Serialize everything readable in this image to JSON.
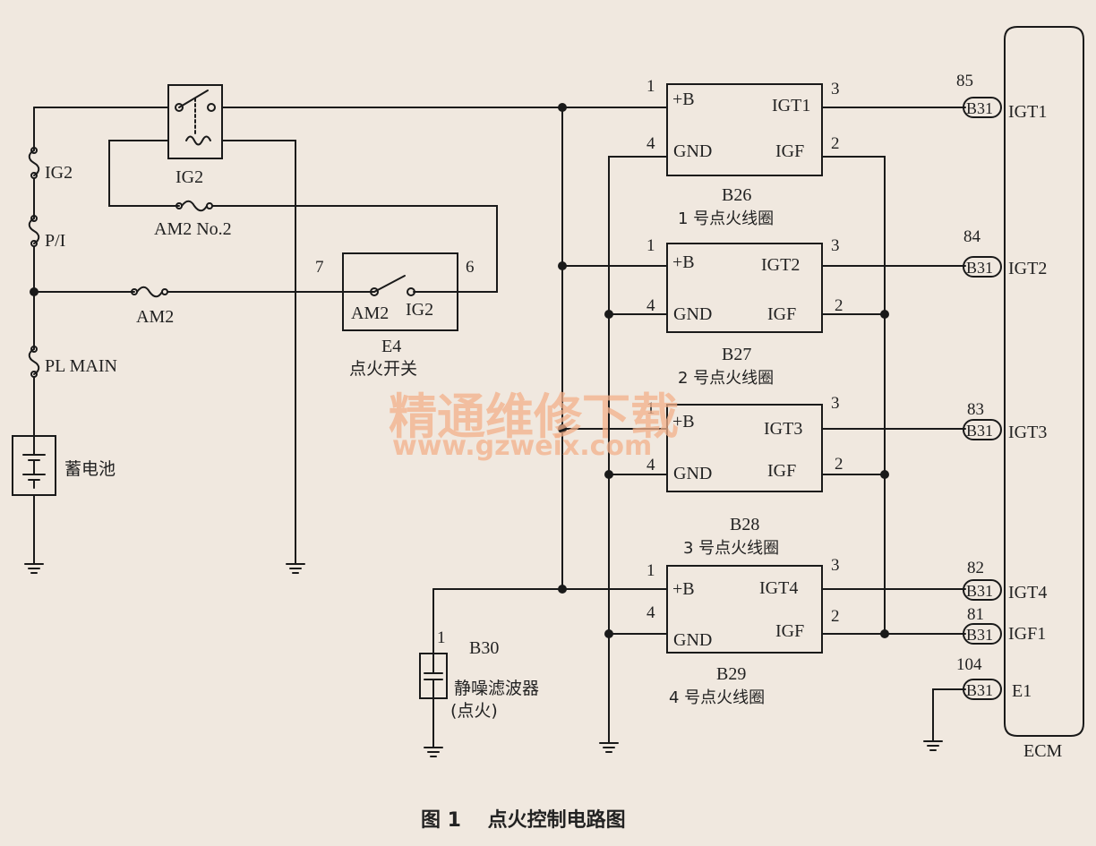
{
  "labels": {
    "ig2_fuse": "IG2",
    "pi_fuse": "P/I",
    "am2_fuse": "AM2",
    "plmain_fuse": "PL MAIN",
    "battery": "蓄电池",
    "ig2_relay": "IG2",
    "am2_no2": "AM2  No.2",
    "switch_pin_left": "7",
    "switch_pin_right": "6",
    "switch_am2": "AM2",
    "switch_ig2": "IG2",
    "switch_code": "E4",
    "switch_name": "点火开关",
    "filter_pin": "1",
    "filter_code": "B30",
    "filter_name": "静噪滤波器",
    "filter_sub": "(点火)",
    "ecm": "ECM",
    "watermark_cn": "精通维修下载",
    "watermark_url": "www.gzweix.com",
    "caption": "图 1　 点火控制电路图"
  },
  "coils": [
    {
      "code": "B26",
      "name": "1 号点火线圈",
      "pin_b": "1",
      "pin_gnd": "4",
      "pin_igt": "3",
      "pin_igf": "2",
      "b_label": "+B",
      "gnd_label": "GND",
      "igt_label": "IGT1",
      "igf_label": "IGF"
    },
    {
      "code": "B27",
      "name": "2 号点火线圈",
      "pin_b": "1",
      "pin_gnd": "4",
      "pin_igt": "3",
      "pin_igf": "2",
      "b_label": "+B",
      "gnd_label": "GND",
      "igt_label": "IGT2",
      "igf_label": "IGF"
    },
    {
      "code": "B28",
      "name": "3 号点火线圈",
      "pin_b": "1",
      "pin_gnd": "4",
      "pin_igt": "3",
      "pin_igf": "2",
      "b_label": "+B",
      "gnd_label": "GND",
      "igt_label": "IGT3",
      "igf_label": "IGF"
    },
    {
      "code": "B29",
      "name": "4 号点火线圈",
      "pin_b": "1",
      "pin_gnd": "4",
      "pin_igt": "3",
      "pin_igf": "2",
      "b_label": "+B",
      "gnd_label": "GND",
      "igt_label": "IGT4",
      "igf_label": "IGF"
    }
  ],
  "ecm_pins": [
    {
      "num": "85",
      "conn": "B31",
      "label": "IGT1"
    },
    {
      "num": "84",
      "conn": "B31",
      "label": "IGT2"
    },
    {
      "num": "83",
      "conn": "B31",
      "label": "IGT3"
    },
    {
      "num": "82",
      "conn": "B31",
      "label": "IGT4"
    },
    {
      "num": "81",
      "conn": "B31",
      "label": "IGF1"
    },
    {
      "num": "104",
      "conn": "B31",
      "label": "E1"
    }
  ]
}
